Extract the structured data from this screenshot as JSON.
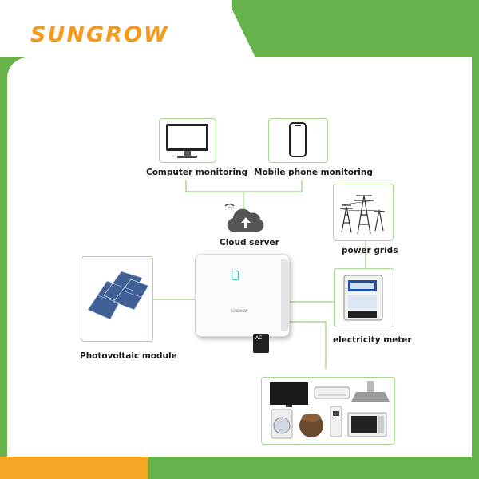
{
  "brand": {
    "logo_text": "SUNGROW"
  },
  "nodes": {
    "computer": "Computer monitoring",
    "mobile": "Mobile phone monitoring",
    "cloud": "Cloud server",
    "grid": "power grids",
    "meter": "electricity meter",
    "pv": "Photovoltaic module",
    "inverter_brand": "SUNGROW",
    "inverter_port": "AC"
  },
  "colors": {
    "green": "#66b34c",
    "orange": "#f39a1b",
    "line_green": "#a9d98f"
  }
}
